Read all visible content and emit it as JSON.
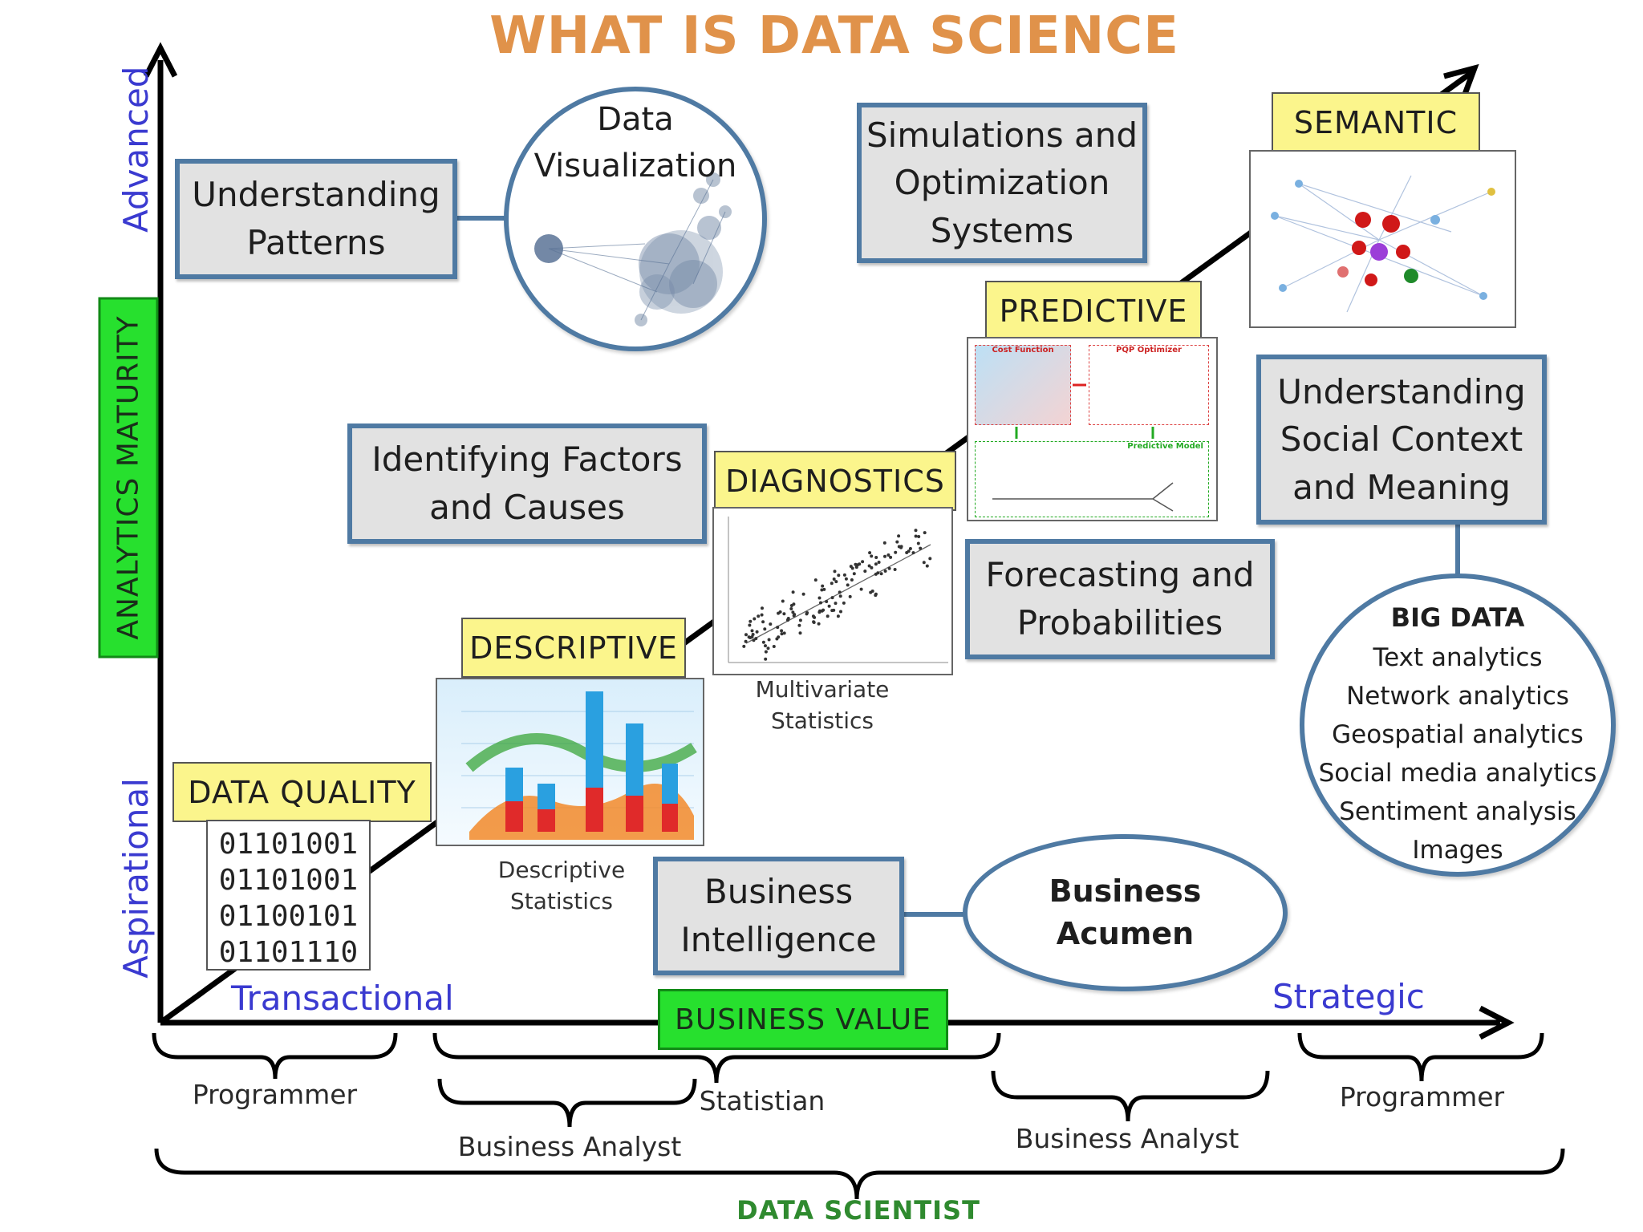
{
  "title": "WHAT IS DATA SCIENCE",
  "axes": {
    "y_title": "ANALYTICS MATURITY",
    "y_top": "Advanced",
    "y_bottom": "Aspirational",
    "x_title": "BUSINESS VALUE",
    "x_left": "Transactional",
    "x_right": "Strategic"
  },
  "stages": {
    "data_quality": "DATA QUALITY",
    "descriptive": "DESCRIPTIVE",
    "diagnostics": "DIAGNOSTICS",
    "predictive": "PREDICTIVE",
    "semantic": "SEMANTIC"
  },
  "binary_lines": [
    "01101001",
    "01101001",
    "01100101",
    "01101110"
  ],
  "captions": {
    "descriptive": "Descriptive\nStatistics",
    "diagnostics": "Multivariate\nStatistics"
  },
  "boxes": {
    "understanding_patterns": "Understanding\nPatterns",
    "identifying_factors": "Identifying Factors\nand Causes",
    "simulations": "Simulations and\nOptimization\nSystems",
    "forecasting": "Forecasting and\nProbabilities",
    "social_context": "Understanding\nSocial Context\nand Meaning",
    "business_intelligence": "Business\nIntelligence"
  },
  "data_visualization": "Data\nVisualization",
  "business_acumen": "Business\nAcumen",
  "big_data": {
    "title": "BIG DATA",
    "items": [
      "Text analytics",
      "Network analytics",
      "Geospatial analytics",
      "Social media analytics",
      "Sentiment analysis",
      "Images"
    ]
  },
  "predictive_panel": {
    "cost_function": "Cost Function",
    "optimizer": "PQP Optimizer",
    "predictive_model": "Predictive Model"
  },
  "roles": {
    "programmer_left": "Programmer",
    "statistian": "Statistian",
    "business_analyst_left": "Business Analyst",
    "business_analyst_right": "Business Analyst",
    "programmer_right": "Programmer",
    "data_scientist": "DATA SCIENTIST"
  },
  "colors": {
    "title": "#e0924a",
    "box_border": "#4f7aa3",
    "box_fill": "#e2e2e2",
    "stage_label": "#fbf58c",
    "axis_label": "#27e02e",
    "axis_words": "#3a3ad0",
    "data_scientist": "#2f8a2f"
  }
}
